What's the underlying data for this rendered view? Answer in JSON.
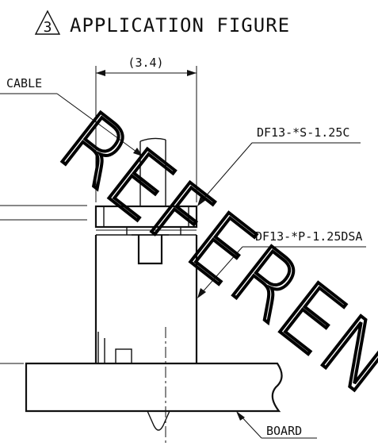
{
  "figure": {
    "note_number": "3",
    "title": "APPLICATION FIGURE",
    "dimension": "(3.4)",
    "labels": {
      "cable": "CABLE",
      "socket": "DF13-*S-1.25C",
      "header": "DF13-*P-1.25DSA",
      "board": "BOARD"
    },
    "watermark": "REFEREN"
  }
}
